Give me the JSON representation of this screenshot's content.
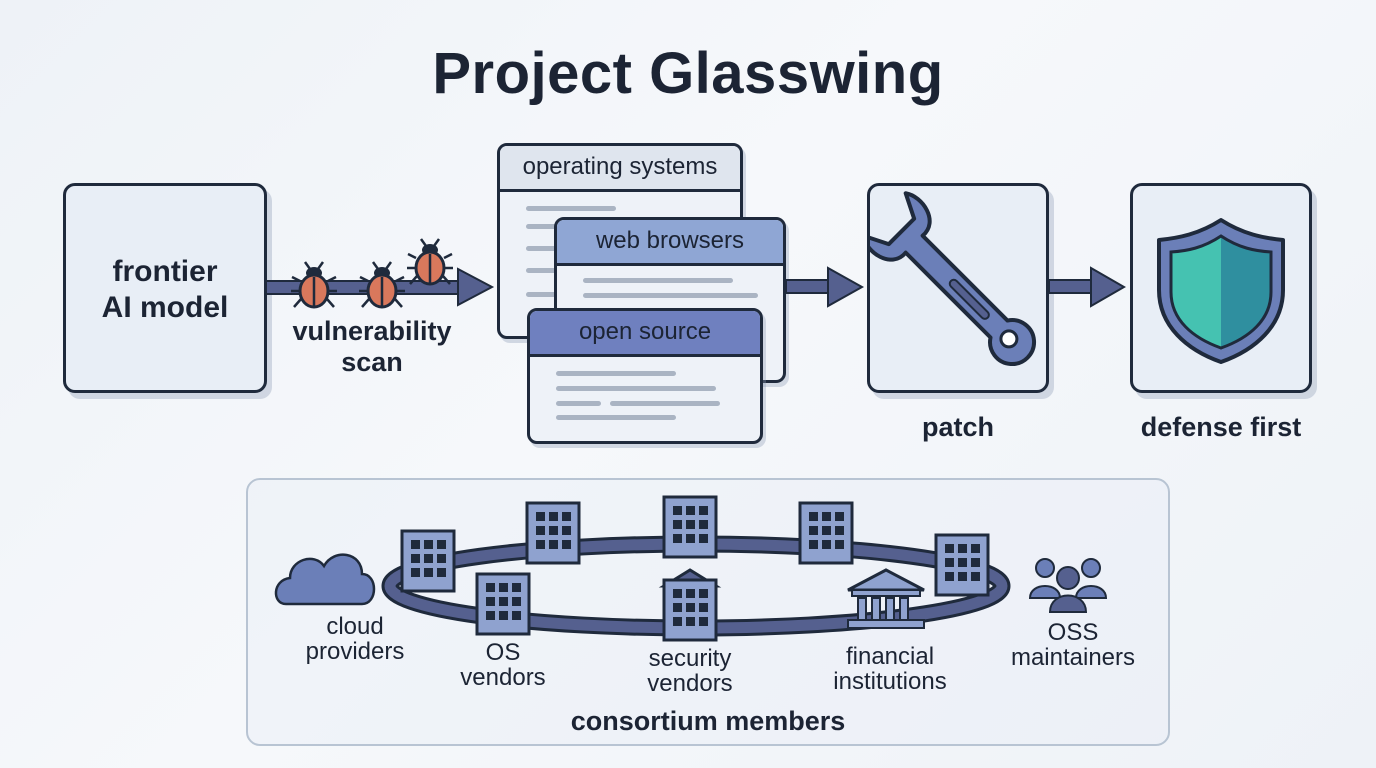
{
  "title": "Project Glasswing",
  "flow": {
    "source": "frontier\nAI model",
    "scan_label": "vulnerability\nscan",
    "targets": [
      {
        "label": "operating systems",
        "header_color": "#dfe5ee"
      },
      {
        "label": "web browsers",
        "header_color": "#8fa6d4"
      },
      {
        "label": "open source",
        "header_color": "#6f80bf"
      }
    ],
    "patch_label": "patch",
    "defense_label": "defense first"
  },
  "icons": {
    "bug": "bug-icon",
    "wrench": "wrench-icon",
    "shield": "shield-icon",
    "cloud": "cloud-icon",
    "building": "office-building-icon",
    "bank": "bank-icon",
    "people": "people-group-icon"
  },
  "consortium": {
    "label": "consortium members",
    "members": [
      {
        "name": "cloud-providers",
        "label": "cloud\nproviders"
      },
      {
        "name": "os-vendors",
        "label": "OS\nvendors"
      },
      {
        "name": "security-vendors",
        "label": "security\nvendors"
      },
      {
        "name": "financial-institutions",
        "label": "financial\ninstitutions"
      },
      {
        "name": "oss-maintainers",
        "label": "OSS\nmaintainers"
      }
    ]
  },
  "colors": {
    "outline": "#1f2a3c",
    "arrow": "#55608f",
    "box_fill": "#e8eef6",
    "bug": "#d9785c",
    "shield_light": "#45c2b1",
    "shield_dark": "#2f8f9f",
    "icon_blue": "#6b7fb8"
  }
}
